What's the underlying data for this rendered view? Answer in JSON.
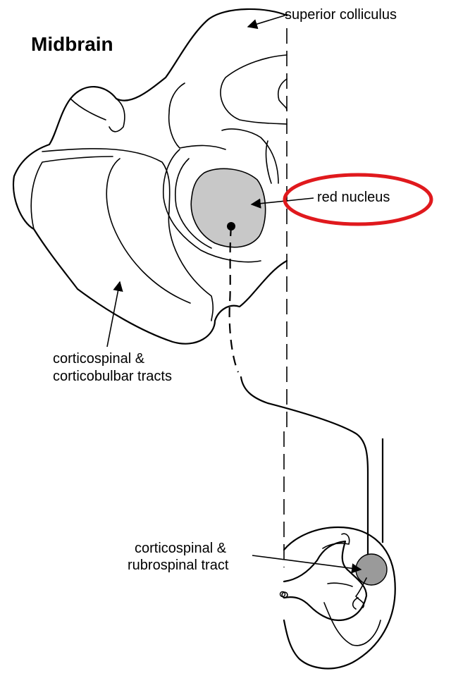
{
  "title": "Midbrain",
  "labels": {
    "superior_colliculus": "superior colliculus",
    "red_nucleus": "red nucleus",
    "corticospinal_corticobulbar_line1": "corticospinal &",
    "corticospinal_corticobulbar_line2": "corticobulbar tracts",
    "corticospinal_rubrospinal_line1": "corticospinal &",
    "corticospinal_rubrospinal_line2": "rubrospinal tract"
  },
  "colors": {
    "nucleus_fill": "#c8c8c8",
    "tract_fill": "#9a9a9a",
    "highlight_ring": "#e0191d",
    "line": "#000000"
  }
}
